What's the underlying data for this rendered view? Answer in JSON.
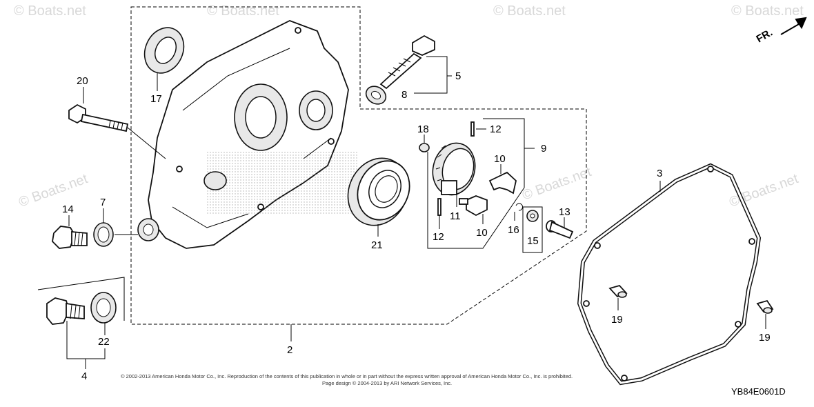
{
  "watermarks": [
    "© Boats.net",
    "© Boats.net",
    "© Boats.net",
    "© Boats.net",
    "© Boats.net",
    "© Boats.net",
    "© Boats.net"
  ],
  "direction_label": "FR.",
  "part_labels": {
    "p2": "2",
    "p3": "3",
    "p4": "4",
    "p5": "5",
    "p7": "7",
    "p8": "8",
    "p9": "9",
    "p10a": "10",
    "p10b": "10",
    "p11": "11",
    "p12a": "12",
    "p12b": "12",
    "p13": "13",
    "p14": "14",
    "p15": "15",
    "p16": "16",
    "p17": "17",
    "p18": "18",
    "p19a": "19",
    "p19b": "19",
    "p20": "20",
    "p21": "21",
    "p22": "22"
  },
  "copyright": {
    "line1": "© 2002-2013 American Honda Motor Co., Inc. Reproduction of the contents of this publication in whole or in part without the express written approval of American Honda Motor Co., Inc. is prohibited.",
    "line2": "Page design © 2004-2013 by ARI Network Services, Inc."
  },
  "diagram_code": "YB84E0601D"
}
